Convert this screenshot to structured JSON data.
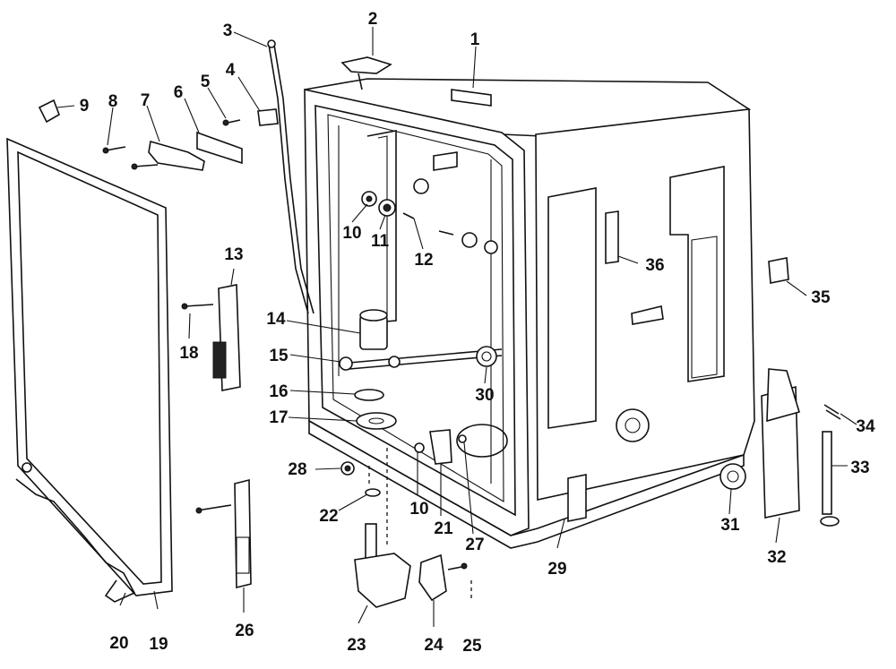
{
  "labels": {
    "l1": "1",
    "l2": "2",
    "l3": "3",
    "l4": "4",
    "l5": "5",
    "l6": "6",
    "l7": "7",
    "l8": "8",
    "l9": "9",
    "l10": "10",
    "l10b": "10",
    "l11": "11",
    "l12": "12",
    "l13": "13",
    "l14": "14",
    "l15": "15",
    "l16": "16",
    "l17": "17",
    "l18": "18",
    "l19": "19",
    "l20": "20",
    "l21": "21",
    "l22": "22",
    "l23": "23",
    "l24": "24",
    "l25": "25",
    "l26": "26",
    "l27": "27",
    "l28": "28",
    "l29": "29",
    "l30": "30",
    "l31": "31",
    "l32": "32",
    "l33": "33",
    "l34": "34",
    "l35": "35",
    "l36": "36"
  }
}
